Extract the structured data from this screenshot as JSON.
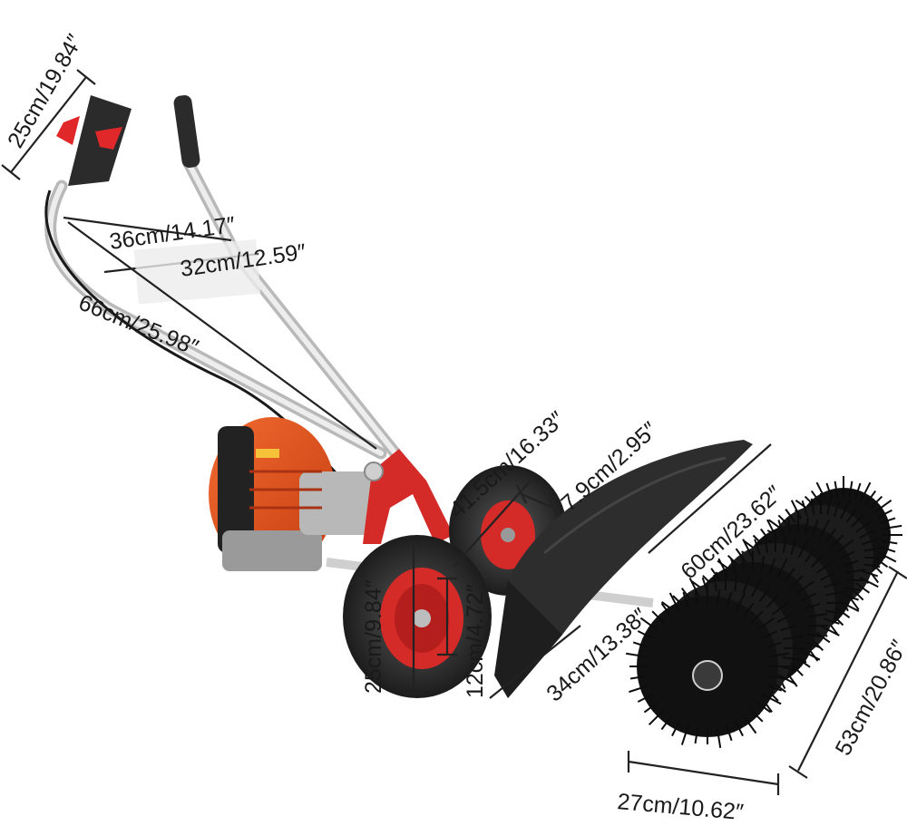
{
  "product": {
    "name": "power sweeper",
    "colors": {
      "engine": "#e8531f",
      "wheel_hub": "#d42a28",
      "frame": "#cfcfcf",
      "tire": "#2a2a2a",
      "brush": "#111111",
      "handle_grip": "#2b2b2b",
      "trigger": "#e0282a"
    }
  },
  "dimensions": {
    "handle_grip_length": "25cm/19.84″",
    "handle_width_outer": "36cm/14.17″",
    "handle_width_inner": "32cm/12.59″",
    "handle_length": "66cm/25.98″",
    "axle_length": "41.5cm/16.33″",
    "tire_width": "7.9cm/2.95″",
    "brush_length": "60cm/23.62″",
    "wheel_diameter": "25cm/9.84″",
    "hub_diameter": "12cm/4.72″",
    "guard_length": "34cm/13.38″",
    "brush_height": "53cm/20.86″",
    "brush_diameter": "27cm/10.62″"
  }
}
